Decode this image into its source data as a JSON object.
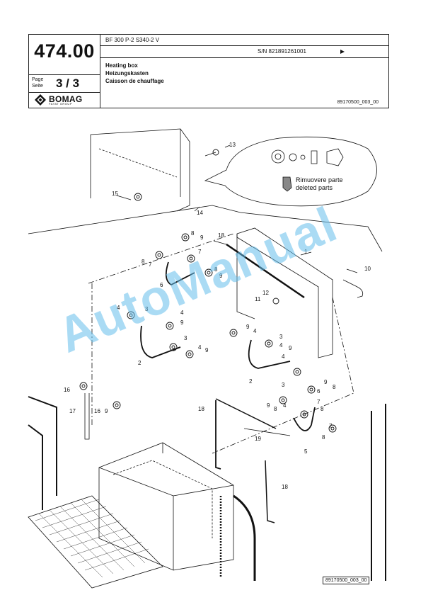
{
  "header": {
    "page_number": "474.00",
    "page_label_1": "Page",
    "page_label_2": "Seite",
    "page_value": "3  /  3",
    "brand": "BOMAG",
    "brand_sub": "FAYAT GROUP",
    "model": "BF 300 P-2 S340-2 V",
    "serial": "S/N 821891261001",
    "title_en": "Heating box",
    "title_de": "Heizungskasten",
    "title_fr": "Caisson de chauffage",
    "doc_id": "89170500_003_00"
  },
  "drawing": {
    "callout_text_1": "Rimuovere parte",
    "callout_text_2": "deleted parts",
    "part_labels": [
      "1",
      "2",
      "3",
      "4",
      "5",
      "6",
      "7",
      "8",
      "9",
      "10",
      "11",
      "12",
      "13",
      "14",
      "15",
      "16",
      "17",
      "18",
      "19"
    ],
    "footer_id": "89170500_003_00"
  },
  "watermark": "AutoManual",
  "colors": {
    "watermark": "#64bee b",
    "line": "#111111"
  }
}
